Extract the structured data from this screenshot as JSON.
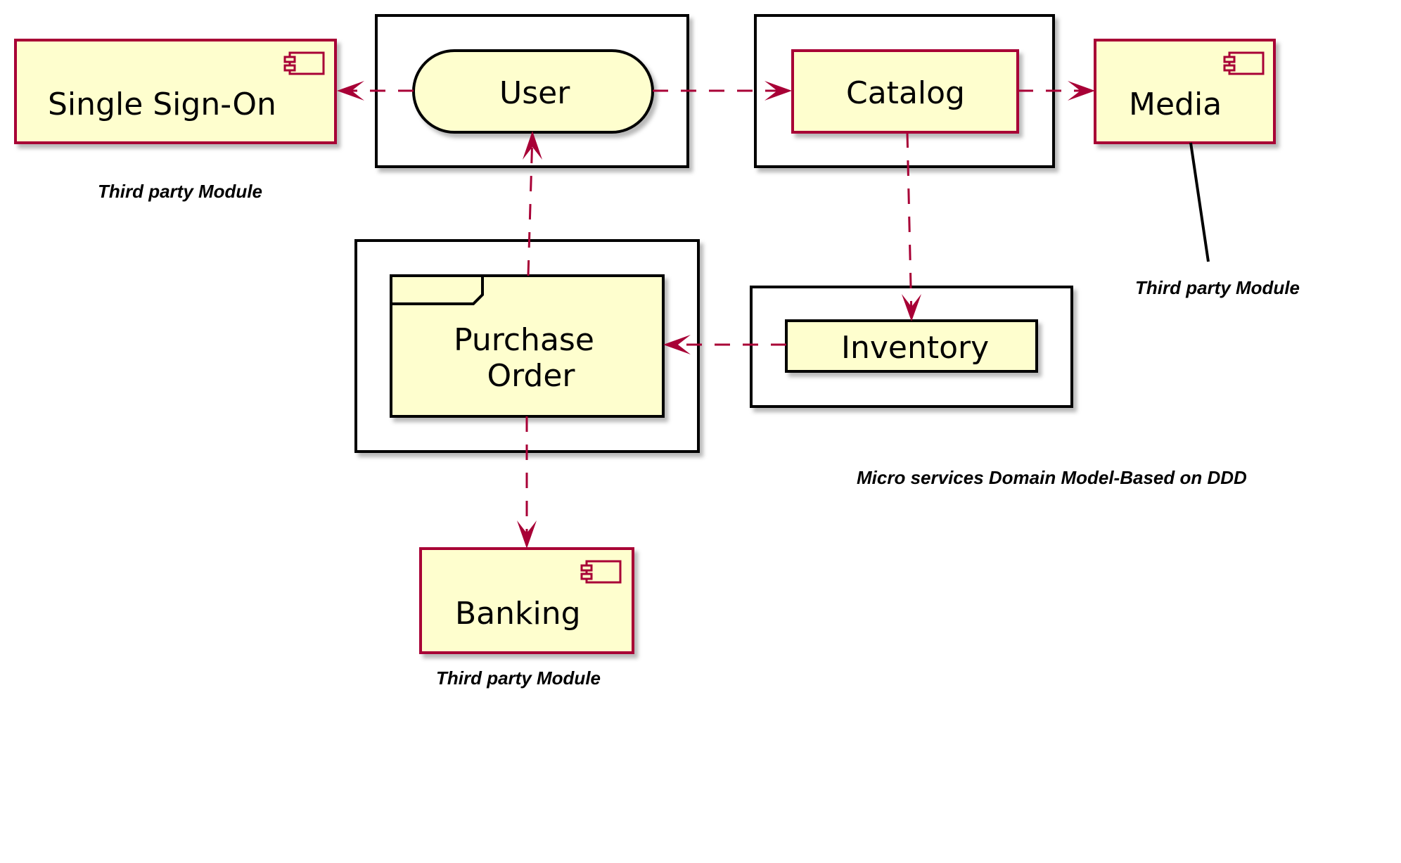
{
  "diagram": {
    "nodes": {
      "single_sign_on": {
        "label": "Single Sign-On",
        "kind": "component"
      },
      "user": {
        "label": "User",
        "kind": "usecase"
      },
      "catalog": {
        "label": "Catalog",
        "kind": "rectangle"
      },
      "media": {
        "label": "Media",
        "kind": "component"
      },
      "purchase_order_line1": "Purchase",
      "purchase_order_line2": "Order",
      "inventory": {
        "label": "Inventory",
        "kind": "rectangle"
      },
      "banking": {
        "label": "Banking",
        "kind": "component"
      }
    },
    "notes": {
      "sso_note": "Third party Module",
      "media_note": "Third party Module",
      "banking_note": "Third party Module",
      "footer_note": "Micro services  Domain Model-Based on DDD"
    },
    "edges": [
      {
        "from": "user",
        "to": "single_sign_on",
        "style": "dashed"
      },
      {
        "from": "user",
        "to": "catalog",
        "style": "dashed"
      },
      {
        "from": "catalog",
        "to": "media",
        "style": "dashed"
      },
      {
        "from": "catalog",
        "to": "inventory",
        "style": "dashed"
      },
      {
        "from": "inventory",
        "to": "purchase_order",
        "style": "dashed"
      },
      {
        "from": "purchase_order",
        "to": "user",
        "style": "dashed"
      },
      {
        "from": "purchase_order",
        "to": "banking",
        "style": "dashed"
      },
      {
        "from": "media",
        "to": "media_note",
        "style": "solid"
      }
    ],
    "colors": {
      "node_fill": "#FEFECE",
      "node_border": "#A80036",
      "arrow": "#A80036",
      "frame_border": "#000000"
    }
  }
}
